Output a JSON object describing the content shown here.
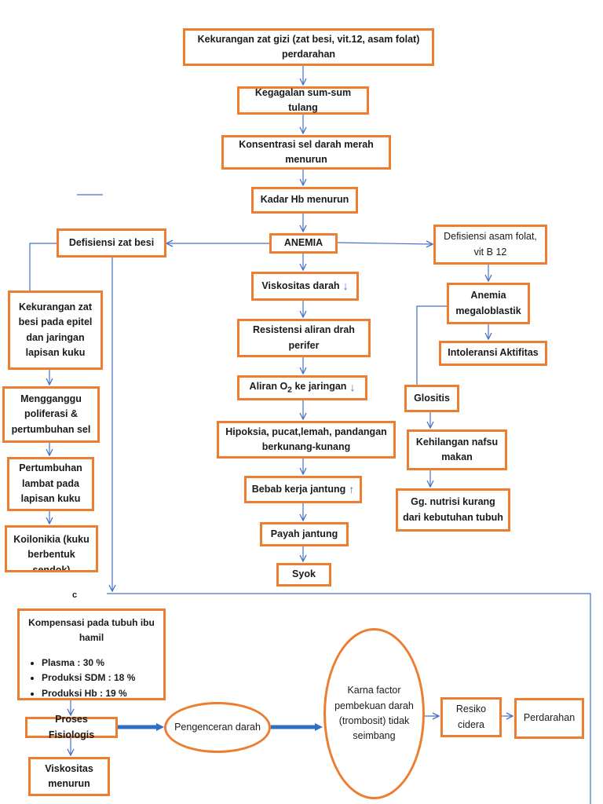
{
  "nodes": {
    "n01": "Kekurangan zat gizi (zat besi, vit.12, asam folat) perdarahan",
    "n02": "Kegagalan sum-sum tulang",
    "n03": "Konsentrasi sel darah merah menurun",
    "n04": "Kadar Hb menurun",
    "n05": "ANEMIA",
    "n06": "Defisiensi zat besi",
    "n07": "Defisiensi asam folat, vit B 12",
    "n08": "Viskositas darah",
    "n09": "Resistensi aliran drah perifer",
    "n10a": "Aliran O",
    "n10sub": "2",
    "n10b": " ke jaringan",
    "n11": "Hipoksia, pucat,lemah, pandangan berkunang-kunang",
    "n12": "Bebab kerja jantung",
    "n13": "Payah jantung",
    "n14": "Syok",
    "n15": "Kekurangan zat besi pada epitel dan jaringan lapisan kuku",
    "n16": "Mengganggu poliferasi & pertumbuhan sel",
    "n17": "Pertumbuhan lambat pada lapisan kuku",
    "n18": "Koilonikia (kuku berbentuk sendok)",
    "n19": "Anemia megaloblastik",
    "n20": "Intoleransi Aktifitas",
    "n21": "Glositis",
    "n22": "Kehilangan nafsu makan",
    "n23": "Gg. nutrisi kurang dari kebutuhan tubuh",
    "n24": "Kompensasi pada tubuh ibu hamil",
    "n25": "Proses Fisiologis",
    "n26": "Viskositas menurun",
    "n27": "Pengenceran darah",
    "n28": "Karna factor pembekuan darah (trombosit) tidak seimbang",
    "n29": "Resiko cidera",
    "n30": "Perdarahan"
  },
  "kompensasi_items": [
    "Plasma : 30 %",
    "Produksi SDM : 18 %",
    "Produksi Hb : 19 %"
  ],
  "indicators": {
    "down": "↓",
    "up": "↑"
  },
  "stray_mark": "c",
  "colors": {
    "box_border": "#ED7D31",
    "connector": "#4472C4",
    "thick_arrow": "#2E6EC4"
  }
}
